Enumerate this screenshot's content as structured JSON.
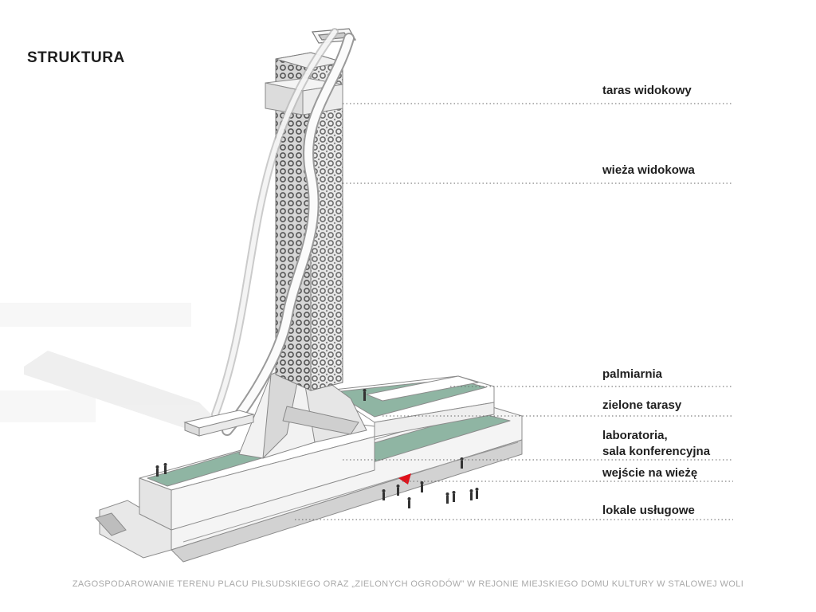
{
  "title": "STRUKTURA",
  "labels": [
    {
      "text": "taras widokowy"
    },
    {
      "text": "wieża widokowa"
    },
    {
      "text": "palmiarnia"
    },
    {
      "text": "zielone tarasy"
    },
    {
      "text": "laboratoria,",
      "text2": "sala konferencyjna"
    },
    {
      "text": "wejście na wieżę"
    },
    {
      "text": "lokale usługowe"
    }
  ],
  "footer": "ZAGOSPODAROWANIE TERENU PLACU PIŁSUDSKIEGO ORAZ „ZIELONYCH OGRODÓW” W REJONIE MIEJSKIEGO DOMU KULTURY W STALOWEJ WOLI",
  "colors": {
    "green_roof": "#8fb5a3",
    "tower_pattern": "#6d6d6d",
    "flag": "#e0101a",
    "leader_line": "#666666"
  }
}
